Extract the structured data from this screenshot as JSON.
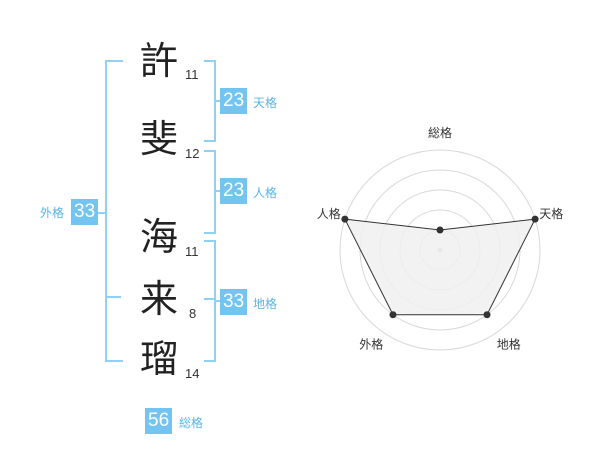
{
  "name_chars": [
    {
      "char": "許",
      "strokes": "11"
    },
    {
      "char": "斐",
      "strokes": "12"
    },
    {
      "char": "海",
      "strokes": "11"
    },
    {
      "char": "来",
      "strokes": "8"
    },
    {
      "char": "瑠",
      "strokes": "14"
    }
  ],
  "kaku": {
    "tenkaku": {
      "value": "23",
      "label": "天格"
    },
    "jinkaku": {
      "value": "23",
      "label": "人格"
    },
    "chikaku": {
      "value": "33",
      "label": "地格"
    },
    "gaikaku": {
      "value": "33",
      "label": "外格"
    },
    "soukaku": {
      "value": "56",
      "label": "総格"
    }
  },
  "radar": {
    "axes": [
      "総格",
      "天格",
      "地格",
      "外格",
      "人格"
    ],
    "levels": 5,
    "values": [
      1,
      5,
      4,
      4,
      5
    ]
  },
  "colors": {
    "accent": "#74c4f2",
    "bracket": "#8ed0f6",
    "text": "#222222",
    "grid": "#d8d8d8",
    "polygon_fill": "#f0f0f0"
  }
}
